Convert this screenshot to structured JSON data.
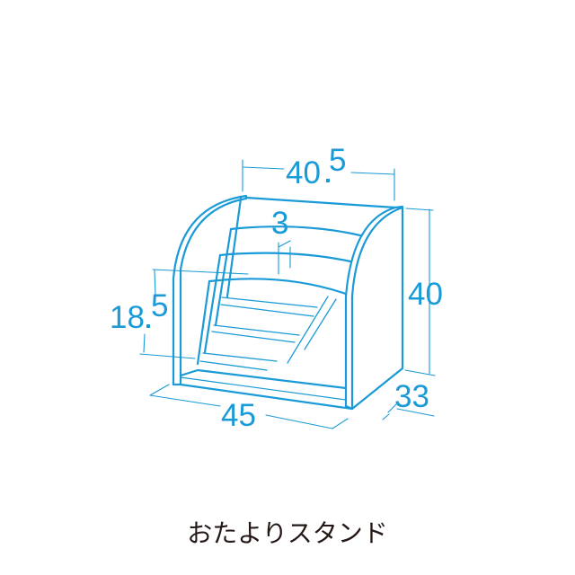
{
  "product_name": "おたよりスタンド",
  "line_color": "#1a9ad6",
  "dimensions": {
    "width_top": {
      "main": "40",
      "fraction": "5"
    },
    "width_bottom": "45",
    "height": "40",
    "depth": "33",
    "shelf_gap": "3",
    "front_height": {
      "main": "18",
      "fraction": "5"
    }
  }
}
